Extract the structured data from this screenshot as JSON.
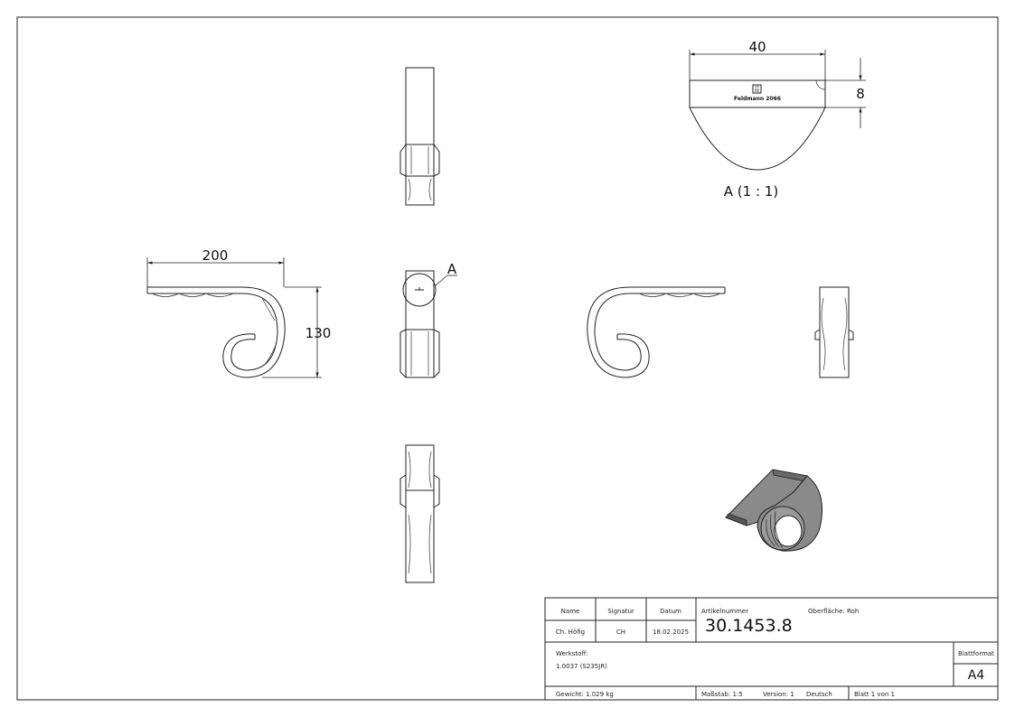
{
  "dimensions": {
    "length": "200",
    "height": "130",
    "detail_width": "40",
    "detail_thickness": "8"
  },
  "detail": {
    "callout_letter": "A",
    "label": "A (1 : 1)",
    "stamp": "Feldmann 2066"
  },
  "title_block": {
    "headers": {
      "name": "Name",
      "signatur": "Signatur",
      "datum": "Datum"
    },
    "row": {
      "name": "Ch. Höfig",
      "signatur": "CH",
      "datum": "18.02.2025"
    },
    "artikelnummer_label": "Artikelnummer",
    "artikelnummer": "30.1453.8",
    "oberflaeche": "Oberfläche:  Roh",
    "werkstoff_label": "Werkstoff:",
    "werkstoff": "1.0037 (S235JR)",
    "blattformat_label": "Blattformat",
    "blattformat": "A4",
    "gewicht": "Gewicht: 1.029 kg",
    "massstab": "Maßstab: 1:5",
    "version": "Version: 1",
    "sprache": "Deutsch",
    "blatt": "Blatt 1 von 1"
  },
  "colors": {
    "line": "#222222",
    "iso_fill": "#8a8a8a",
    "iso_dark": "#555555"
  }
}
